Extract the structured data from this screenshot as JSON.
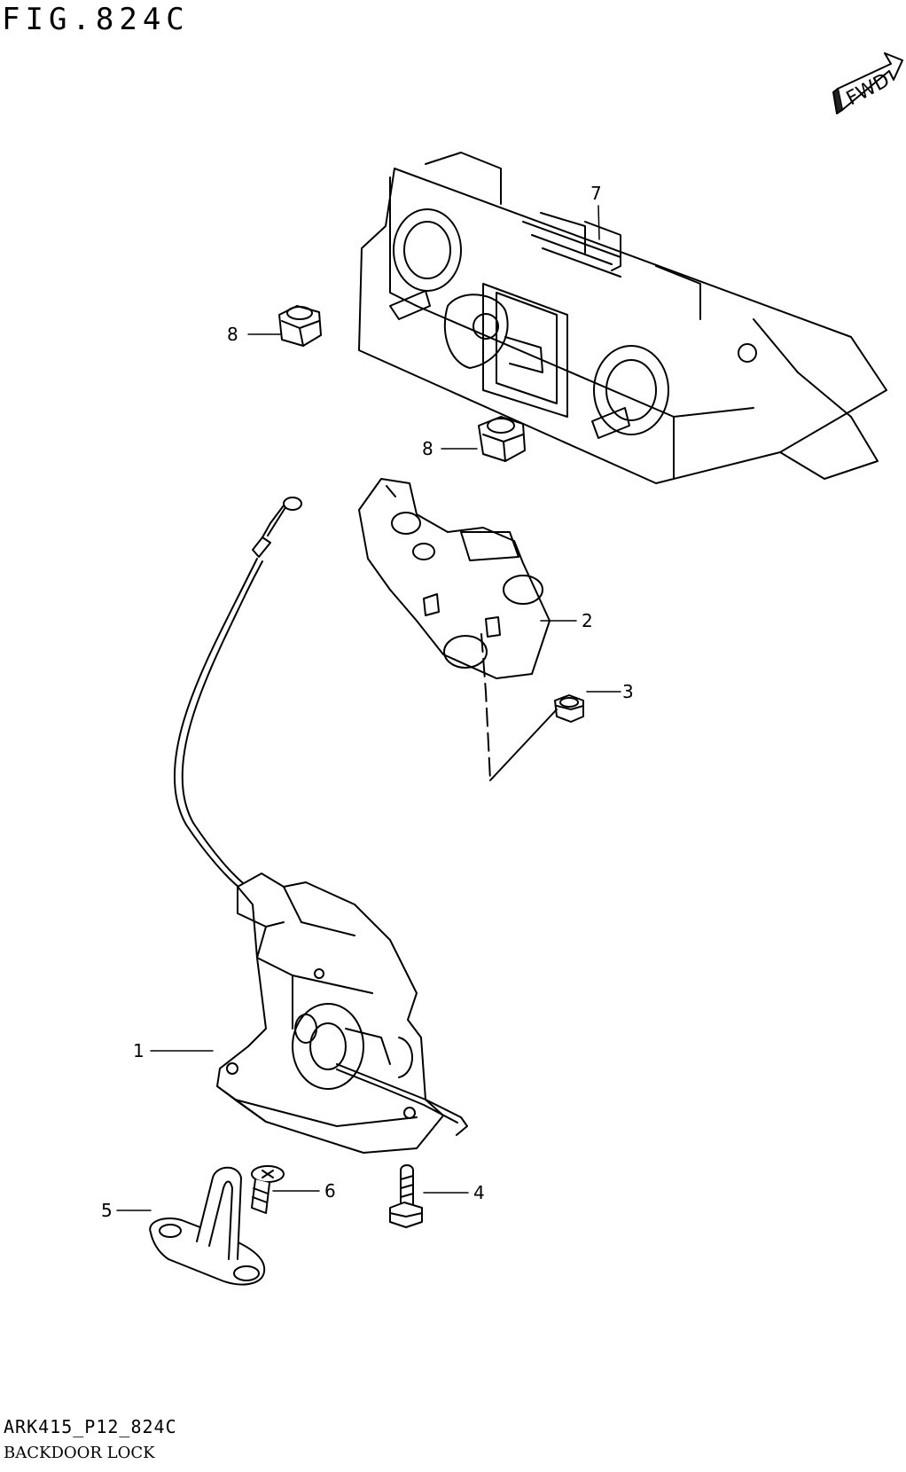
{
  "figure": {
    "title": "FIG.824C",
    "code": "ARK415_P12_824C",
    "caption": "BACKDOOR LOCK",
    "fwd_label": "FWD"
  },
  "callouts": [
    {
      "id": "callout-7",
      "label": "7"
    },
    {
      "id": "callout-8a",
      "label": "8"
    },
    {
      "id": "callout-8b",
      "label": "8"
    },
    {
      "id": "callout-2",
      "label": "2"
    },
    {
      "id": "callout-3",
      "label": "3"
    },
    {
      "id": "callout-1",
      "label": "1"
    },
    {
      "id": "callout-4",
      "label": "4"
    },
    {
      "id": "callout-5",
      "label": "5"
    },
    {
      "id": "callout-6",
      "label": "6"
    }
  ]
}
